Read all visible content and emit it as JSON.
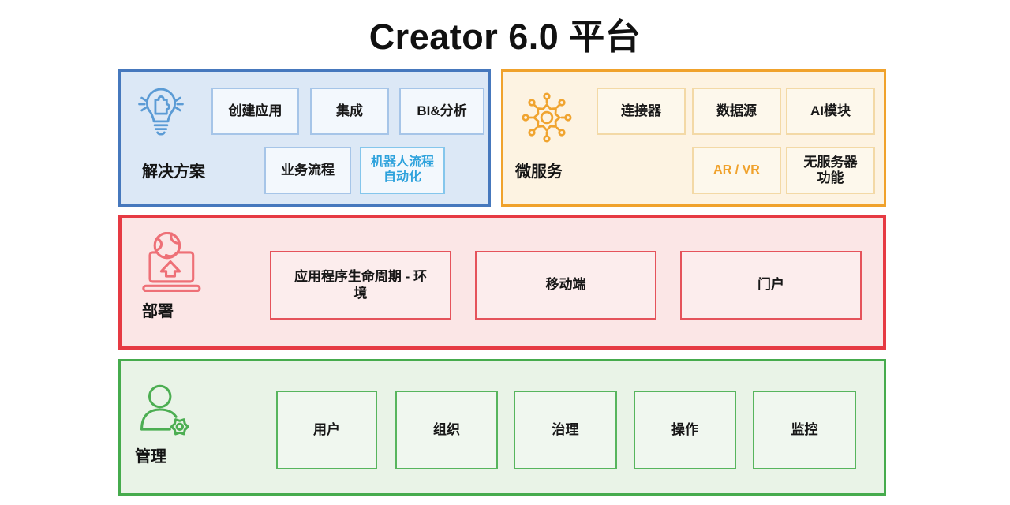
{
  "title": "Creator 6.0 平台",
  "colors": {
    "solutions_border": "#4678bd",
    "solutions_bg": "#dce8f6",
    "solutions_item_border": "#a6c5e8",
    "rpa_text": "#2ea2dc",
    "microservices_border": "#f0a22c",
    "microservices_bg": "#fdf3e2",
    "microservices_item_border": "#f3d9a6",
    "arvr_text": "#f0a22c",
    "deployment_border": "#e63a43",
    "deployment_bg": "#fbe6e6",
    "deployment_item_border": "#e5535b",
    "management_border": "#46ab4d",
    "management_bg": "#e9f3e7",
    "management_item_border": "#57b55d",
    "text": "#171717"
  },
  "sections": {
    "solutions": {
      "label": "解决方案",
      "icon": "lightbulb-puzzle-icon",
      "items": {
        "create_apps": "创建应用",
        "integration": "集成",
        "bi_analytics": "BI&分析",
        "business_process": "业务流程",
        "rpa": "机器人流程自动化"
      }
    },
    "microservices": {
      "label": "微服务",
      "icon": "gear-hub-icon",
      "items": {
        "connectors": "连接器",
        "data_sources": "数据源",
        "ai_modules": "AI模块",
        "ar_vr": "AR / VR",
        "serverless": "无服务器功能"
      }
    },
    "deployment": {
      "label": "部署",
      "icon": "laptop-globe-upload-icon",
      "items": {
        "app_lifecycle": "应用程序生命周期 - 环境",
        "mobile": "移动端",
        "portal": "门户"
      }
    },
    "management": {
      "label": "管理",
      "icon": "person-gear-icon",
      "items": {
        "users": "用户",
        "organizations": "组织",
        "governance": "治理",
        "operations": "操作",
        "monitoring": "监控"
      }
    }
  }
}
